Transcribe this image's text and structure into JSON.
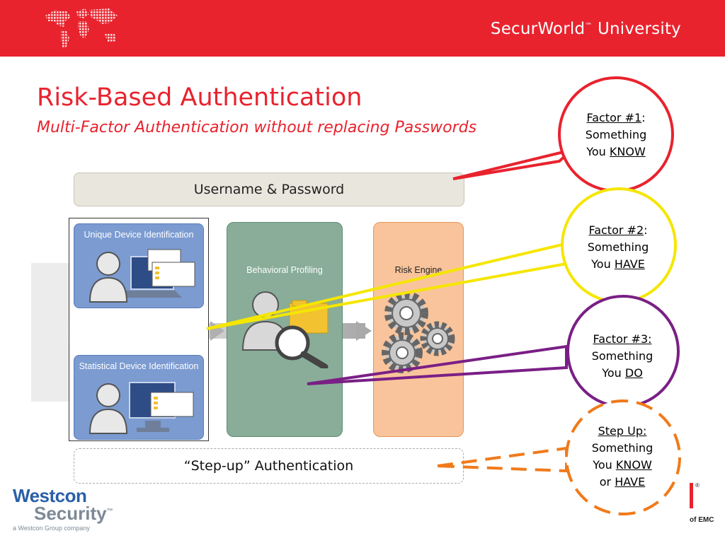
{
  "header": {
    "brand": "SecurWorld",
    "brand_tm": "™",
    "brand_suffix": " University"
  },
  "slide": {
    "title": "Risk-Based Authentication",
    "subtitle": "Multi-Factor Authentication without replacing Passwords"
  },
  "diagram": {
    "username_password": "Username & Password",
    "unique_device": "Unique Device Identification",
    "statistical_device": "Statistical Device Identification",
    "behavioral_profiling": "Behavioral Profiling",
    "risk_engine": "Risk Engine",
    "stepup_auth": "“Step-up” Authentication"
  },
  "factors": [
    {
      "heading": "Factor #1",
      "suffix": ":",
      "line1": "Something",
      "line2_pre": "You ",
      "line2_u": "KNOW",
      "color": "#e8232e"
    },
    {
      "heading": "Factor #2",
      "suffix": ":",
      "line1": "Something",
      "line2_pre": "You ",
      "line2_u": "HAVE",
      "color": "#f5e600"
    },
    {
      "heading": "Factor #3:",
      "suffix": "",
      "line1": "Something",
      "line2_pre": "You ",
      "line2_u": "DO",
      "color": "#7a1f86"
    },
    {
      "heading": "Step Up:",
      "suffix": "",
      "line1": "Something",
      "line2_pre": "You ",
      "line2_u": "KNOW",
      "line3_pre": "or ",
      "line3_u": "HAVE",
      "color": "#f07a1a"
    }
  ],
  "footer": {
    "westcon_line1": "Westcon",
    "westcon_line2": "Security",
    "westcon_tm": "™",
    "westcon_tag": "a Westcon Group company",
    "emc_text": "of EMC",
    "emc_reg": "®"
  }
}
